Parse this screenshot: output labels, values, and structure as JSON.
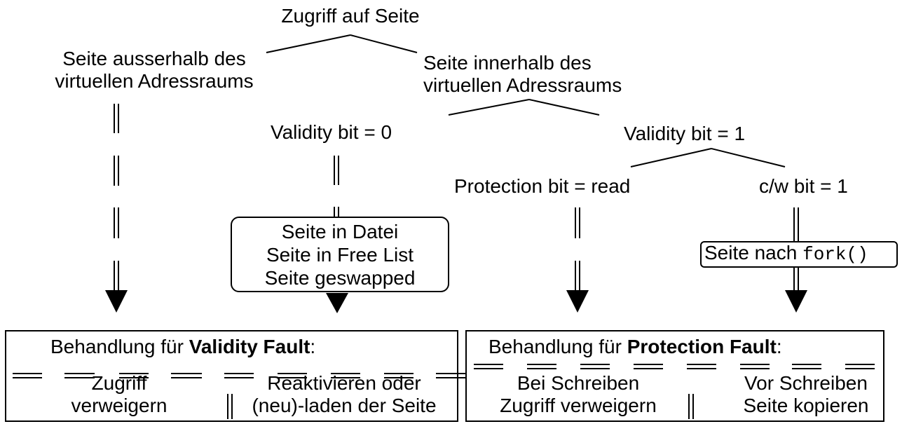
{
  "root": "Zugriff auf Seite",
  "outside": {
    "line1": "Seite ausserhalb des",
    "line2": "virtuellen Adressraums"
  },
  "inside": {
    "line1": "Seite innerhalb des",
    "line2": "virtuellen Adressraums"
  },
  "validity0": "Validity bit = 0",
  "validity1": "Validity bit = 1",
  "protection_read": "Protection bit = read",
  "cw_bit": "c/w bit = 1",
  "page_sources": [
    "Seite in Datei",
    "Seite in Free List",
    "Seite geswapped"
  ],
  "fork_label": {
    "prefix": "Seite nach ",
    "code": "fork()"
  },
  "validity_fault": {
    "prefix": "Behandlung für ",
    "bold": "Validity Fault",
    "suffix": ":",
    "left": [
      "Zugriff",
      "verweigern"
    ],
    "right": [
      "Reaktivieren oder",
      "(neu)-laden der Seite"
    ]
  },
  "protection_fault": {
    "prefix": "Behandlung für ",
    "bold": "Protection Fault",
    "suffix": ":",
    "left": [
      "Bei Schreiben",
      "Zugriff verweigern"
    ],
    "right": [
      "Vor Schreiben",
      "Seite kopieren"
    ]
  }
}
